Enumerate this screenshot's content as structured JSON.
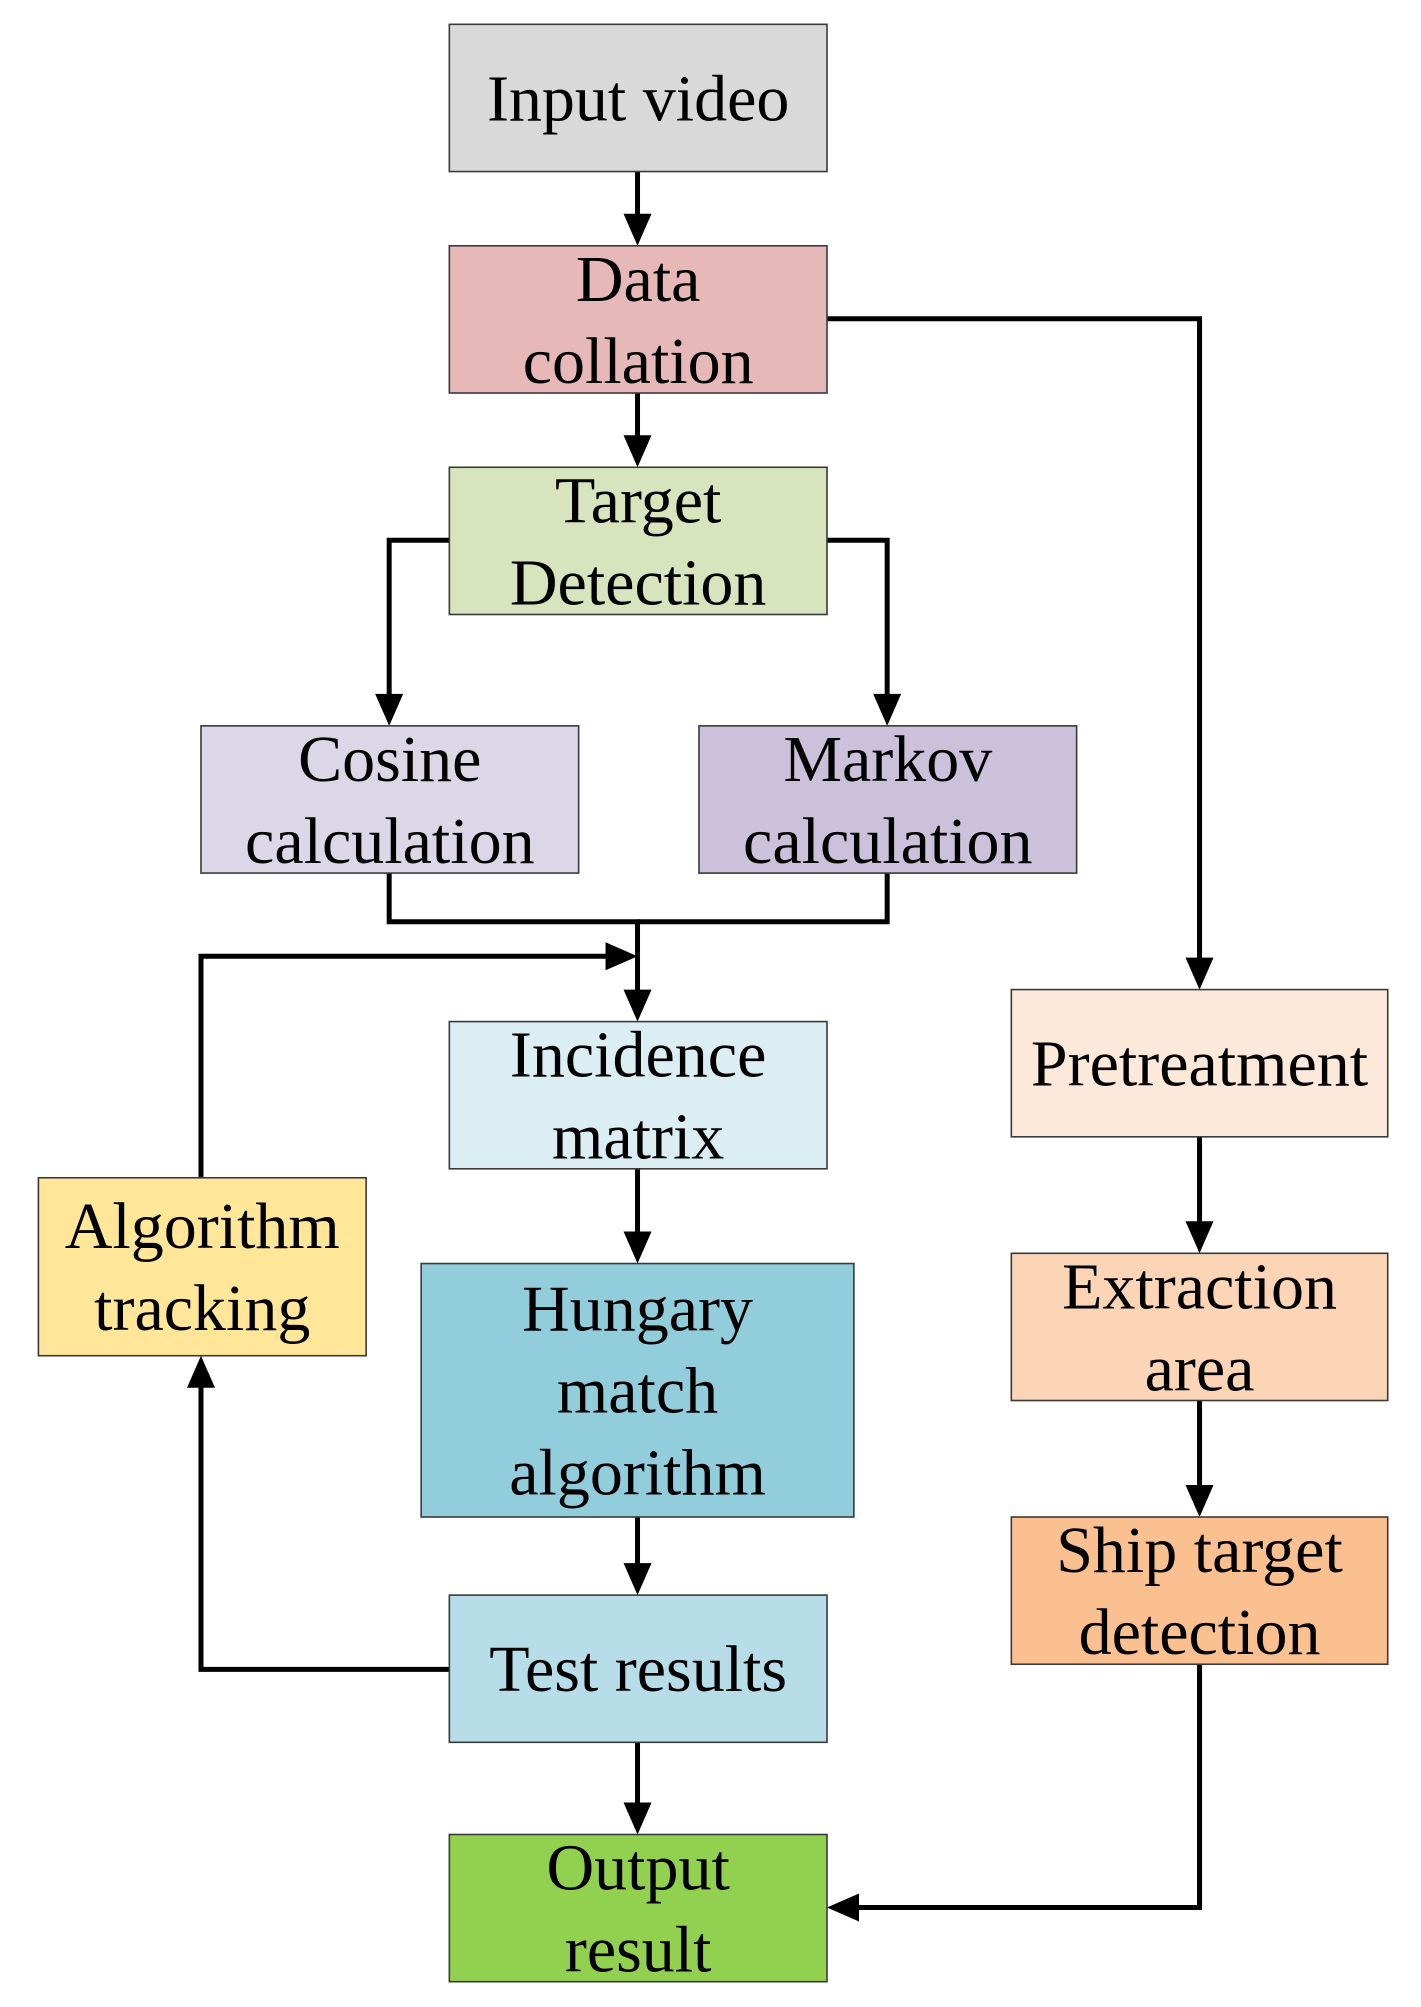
{
  "nodes": [
    {
      "id": "input-video",
      "lines": [
        "Input video"
      ],
      "fill": "#d9d9d9"
    },
    {
      "id": "data-collation",
      "lines": [
        "Data",
        "collation"
      ],
      "fill": "#e6b8b7"
    },
    {
      "id": "target-detection",
      "lines": [
        "Target",
        "Detection"
      ],
      "fill": "#d7e4bd"
    },
    {
      "id": "cosine-calculation",
      "lines": [
        "Cosine",
        "calculation"
      ],
      "fill": "#dcd7e6"
    },
    {
      "id": "markov-calculation",
      "lines": [
        "Markov",
        "calculation"
      ],
      "fill": "#ccc1da"
    },
    {
      "id": "incidence-matrix",
      "lines": [
        "Incidence",
        "matrix"
      ],
      "fill": "#dbeef3"
    },
    {
      "id": "algorithm-tracking",
      "lines": [
        "Algorithm",
        "tracking"
      ],
      "fill": "#ffe699"
    },
    {
      "id": "hungary-match-algorithm",
      "lines": [
        "Hungary",
        "match",
        "algorithm"
      ],
      "fill": "#92cddc"
    },
    {
      "id": "test-results",
      "lines": [
        "Test results"
      ],
      "fill": "#b7dee8"
    },
    {
      "id": "output-result",
      "lines": [
        "Output",
        "result"
      ],
      "fill": "#92d050"
    },
    {
      "id": "pretreatment",
      "lines": [
        "Pretreatment"
      ],
      "fill": "#fde9d9"
    },
    {
      "id": "extraction-area",
      "lines": [
        "Extraction",
        "area"
      ],
      "fill": "#fbd5b5"
    },
    {
      "id": "ship-target-detection",
      "lines": [
        "Ship target",
        "detection"
      ],
      "fill": "#fac090"
    }
  ],
  "edges": [
    {
      "from": "input-video",
      "to": "data-collation"
    },
    {
      "from": "data-collation",
      "to": "target-detection"
    },
    {
      "from": "data-collation",
      "to": "pretreatment"
    },
    {
      "from": "target-detection",
      "to": "cosine-calculation"
    },
    {
      "from": "target-detection",
      "to": "markov-calculation"
    },
    {
      "from": "cosine-calculation",
      "to": "incidence-matrix"
    },
    {
      "from": "markov-calculation",
      "to": "incidence-matrix"
    },
    {
      "from": "incidence-matrix",
      "to": "hungary-match-algorithm"
    },
    {
      "from": "hungary-match-algorithm",
      "to": "test-results"
    },
    {
      "from": "test-results",
      "to": "output-result"
    },
    {
      "from": "test-results",
      "to": "algorithm-tracking"
    },
    {
      "from": "algorithm-tracking",
      "to": "incidence-matrix"
    },
    {
      "from": "pretreatment",
      "to": "extraction-area"
    },
    {
      "from": "extraction-area",
      "to": "ship-target-detection"
    },
    {
      "from": "ship-target-detection",
      "to": "output-result"
    }
  ]
}
